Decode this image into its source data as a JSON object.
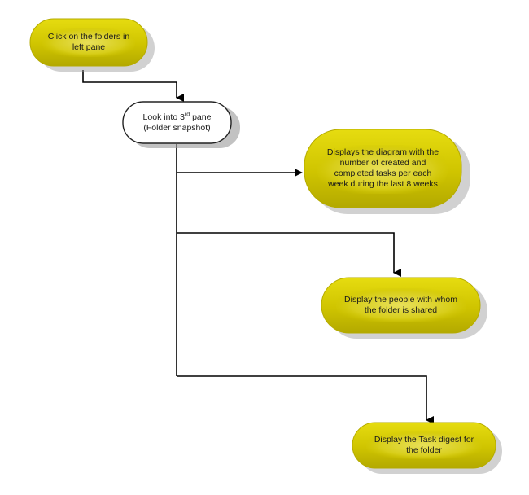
{
  "nodes": {
    "click_folders": {
      "line1": "Click on the folders in",
      "line2": "left pane"
    },
    "look_third_pane": {
      "line1_pre": "Look into 3",
      "line1_sup": "rd",
      "line1_post": " pane",
      "line2": "(Folder snapshot)"
    },
    "displays_diagram": {
      "line1": "Displays the diagram with the",
      "line2": "number of created and",
      "line3": "completed tasks per each",
      "line4": "week during the last 8 weeks"
    },
    "display_people": {
      "line1": "Display the people with whom",
      "line2": "the folder is shared"
    },
    "display_digest": {
      "line1": "Display the Task digest for",
      "line2": "the folder"
    }
  },
  "colors": {
    "yellow_fill": "#cfc400",
    "yellow_light": "#f0ea3a",
    "yellow_dark": "#a39a00",
    "white_fill": "#ffffff",
    "shadow": "#9a9a9a",
    "connector": "#000000"
  }
}
